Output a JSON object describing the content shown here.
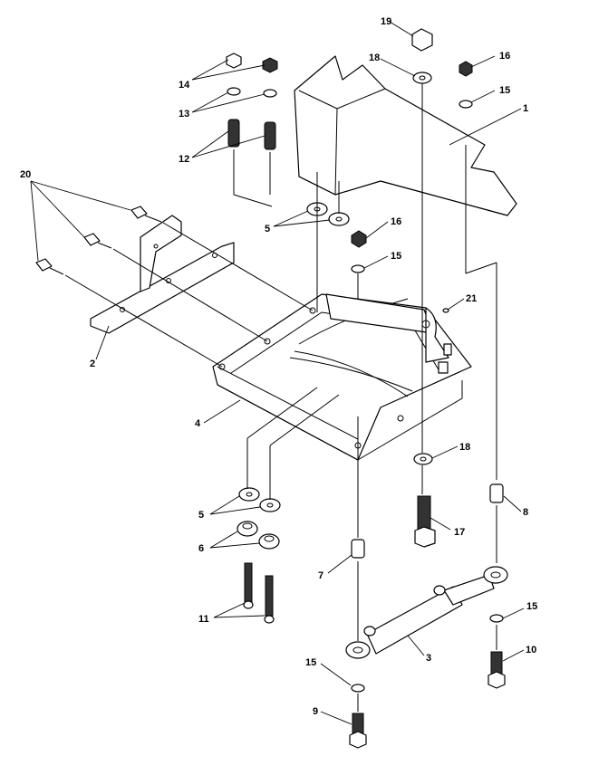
{
  "callouts": {
    "n1": "1",
    "n2": "2",
    "n3": "3",
    "n4": "4",
    "n5a": "5",
    "n5b": "5",
    "n6": "6",
    "n7": "7",
    "n8": "8",
    "n9": "9",
    "n10": "10",
    "n11": "11",
    "n12": "12",
    "n13": "13",
    "n14": "14",
    "n15a": "15",
    "n15b": "15",
    "n15c": "15",
    "n15d": "15",
    "n16a": "16",
    "n16b": "16",
    "n17": "17",
    "n18a": "18",
    "n18b": "18",
    "n19": "19",
    "n20": "20",
    "n21": "21"
  }
}
